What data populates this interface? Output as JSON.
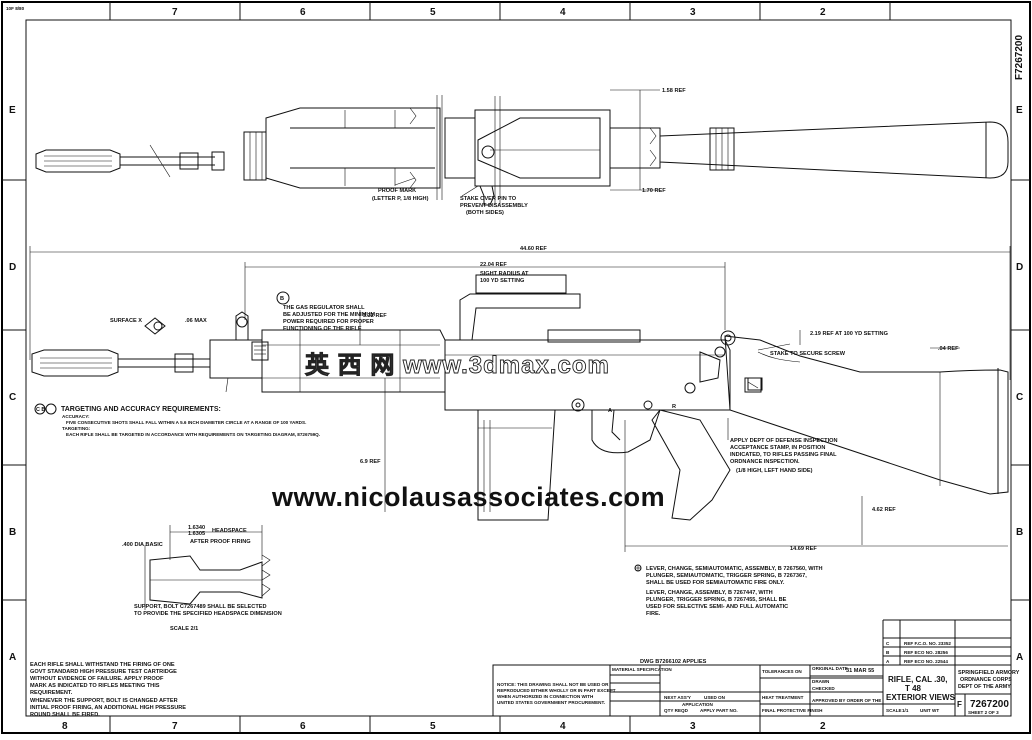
{
  "drawing": {
    "side_number": "F7267200",
    "corner_mark": "10F 8/80",
    "zones_top": [
      "7",
      "6",
      "5",
      "4",
      "3",
      "2"
    ],
    "zones_bottom": [
      "8",
      "7",
      "6",
      "5",
      "4",
      "3",
      "2"
    ],
    "rows_left": [
      "E",
      "D",
      "C",
      "B",
      "A"
    ],
    "rows_right": [
      "E",
      "D",
      "C",
      "B",
      "A"
    ]
  },
  "top_view": {
    "dim_158": "1.58 REF",
    "dim_170": "1.70 REF",
    "proof_mark": "PROOF MARK",
    "proof_mark_sub": "(LETTER P, 1/8 HIGH)",
    "stake_note_1": "STAKE OVER PIN TO",
    "stake_note_2": "PREVENT DISASSEMBLY",
    "stake_note_3": "(BOTH SIDES)"
  },
  "side_view": {
    "dim_overall": "44.60 REF",
    "dim_sight": "22.04 REF",
    "sight_note_1": "SIGHT RADIUS AT",
    "sight_note_2": "100 YD SETTING",
    "dim_332": "3.32 REF",
    "dim_219": "2.19 REF AT 100 YD SETTING",
    "dim_04": ".04 REF",
    "dim_69": "6.9 REF",
    "dim_462": "4.62 REF",
    "dim_1469": "14.69 REF",
    "surface_x": "SURFACE X",
    "surface_x_max": ".06 MAX",
    "stake_screw": "STAKE TO SECURE SCREW",
    "gas_callout": "B",
    "gas_note_1": "THE GAS REGULATOR SHALL",
    "gas_note_2": "BE ADJUSTED FOR THE MINIMUM",
    "gas_note_3": "POWER REQUIRED FOR PROPER",
    "gas_note_4": "FUNCTIONING OF THE RIFLE",
    "label_a": "A",
    "label_r": "R",
    "inspect_1": "APPLY DEPT OF DEFENSE INSPECTION",
    "inspect_2": "ACCEPTANCE STAMP, IN POSITION",
    "inspect_3": "INDICATED, TO RIFLES PASSING FINAL",
    "inspect_4": "ORDNANCE INSPECTION.",
    "inspect_5": "(1/8 HIGH, LEFT HAND SIDE)"
  },
  "targeting": {
    "callouts": "C B",
    "heading": "TARGETING AND ACCURACY REQUIREMENTS:",
    "accuracy": "ACCURACY:",
    "line1": "FIVE CONSECUTIVE SHOTS SHALL FALL WITHIN A 5.6 INCH DIAMETER CIRCLE AT A RANGE OF 100 YARDS.",
    "targeting": "TARGETING:",
    "line2": "EACH RIFLE SHALL BE TARGETED IN ACCORDANCE WITH REQUIREMENTS ON TARGETING DIAGRAM, 8726759Q."
  },
  "headspace": {
    "dim_a": "1.6340",
    "dim_b": "1.6305",
    "label": "HEADSPACE",
    "after": "AFTER PROOF FIRING",
    "dia": ".400 DIA BASIC",
    "support_1": "SUPPORT, BOLT C7267489 SHALL BE SELECTED",
    "support_2": "TO PROVIDE THE SPECIFIED HEADSPACE DIMENSION",
    "scale": "SCALE 2/1"
  },
  "lever_notes": {
    "note1_1": "LEVER, CHANGE, SEMIAUTOMATIC, ASSEMBLY, B 7267560, WITH",
    "note1_2": "PLUNGER, SEMIAUTOMATIC, TRIGGER SPRING, B 7267367,",
    "note1_3": "SHALL BE USED FOR SEMIAUTOMATIC FIRE ONLY.",
    "note2_1": "LEVER, CHANGE, ASSEMBLY, B 7267447, WITH",
    "note2_2": "PLUNGER, TRIGGER SPRING, B 7267455, SHALL BE",
    "note2_3": "USED FOR SELECTIVE SEMI- AND FULL AUTOMATIC",
    "note2_4": "FIRE."
  },
  "proof_notes": {
    "l1": "EACH RIFLE SHALL WITHSTAND THE FIRING OF ONE",
    "l2": "GOVT STANDARD HIGH PRESSURE TEST CARTRIDGE",
    "l3": "WITHOUT EVIDENCE OF FAILURE. APPLY PROOF",
    "l4": "MARK AS INDICATED TO RIFLES MEETING THIS",
    "l5": "REQUIREMENT.",
    "l6": "WHENEVER THE SUPPORT, BOLT IS CHANGED AFTER",
    "l7": "INITIAL PROOF FIRING, AN ADDITIONAL HIGH PRESSURE",
    "l8": "ROUND SHALL BE FIRED."
  },
  "title_block": {
    "dwg_applies": "DWG B7266102 APPLIES",
    "material": "MATERIAL SPECIFICATION",
    "notice_1": "NOTICE: THIS DRAWING SHALL NOT BE USED OR",
    "notice_2": "REPRODUCED EITHER WHOLLY OR IN PART EXCEPT",
    "notice_3": "WHEN AUTHORIZED IN CONNECTION WITH",
    "notice_4": "UNITED STATES GOVERNMENT PROCUREMENT.",
    "next_ass": "NEXT ASS'Y",
    "used_on": "USED ON",
    "application": "APPLICATION",
    "qty": "QTY REQD",
    "part_no": "APPLY PART NO.",
    "tolerances": "TOLERANCES ON",
    "heat": "HEAT TREATMENT",
    "finish": "FINAL PROTECTIVE FINISH",
    "orig_date": "ORIGINAL DATE",
    "date": "31 MAR 55",
    "drawn": "DRAWN",
    "checked": "CHECKED",
    "approved": "APPROVED BY ORDER OF THE",
    "rev_rows": [
      "REF F.C.O. NO. 23352",
      "REF ECO NO. 28256",
      "REF ECO NO. 22544"
    ],
    "rev_letters": [
      "C",
      "B",
      "A"
    ],
    "title_1": "RIFLE, CAL .30,",
    "title_2": "T 48",
    "title_3": "EXTERIOR VIEWS",
    "arsenal_1": "SPRINGFIELD ARMORY",
    "arsenal_2": "ORDNANCE CORPS",
    "arsenal_3": "DEPT OF THE ARMY",
    "size": "F",
    "dwg_no": "7267200",
    "scale_label": "SCALE",
    "scale_val": "1/1",
    "unit_wt": "UNIT WT",
    "sheet": "SHEET 2 OF 3"
  },
  "watermarks": {
    "w1": "www.nicolausassociates.com",
    "w2": "英 西 网 www.3dmax.com"
  }
}
